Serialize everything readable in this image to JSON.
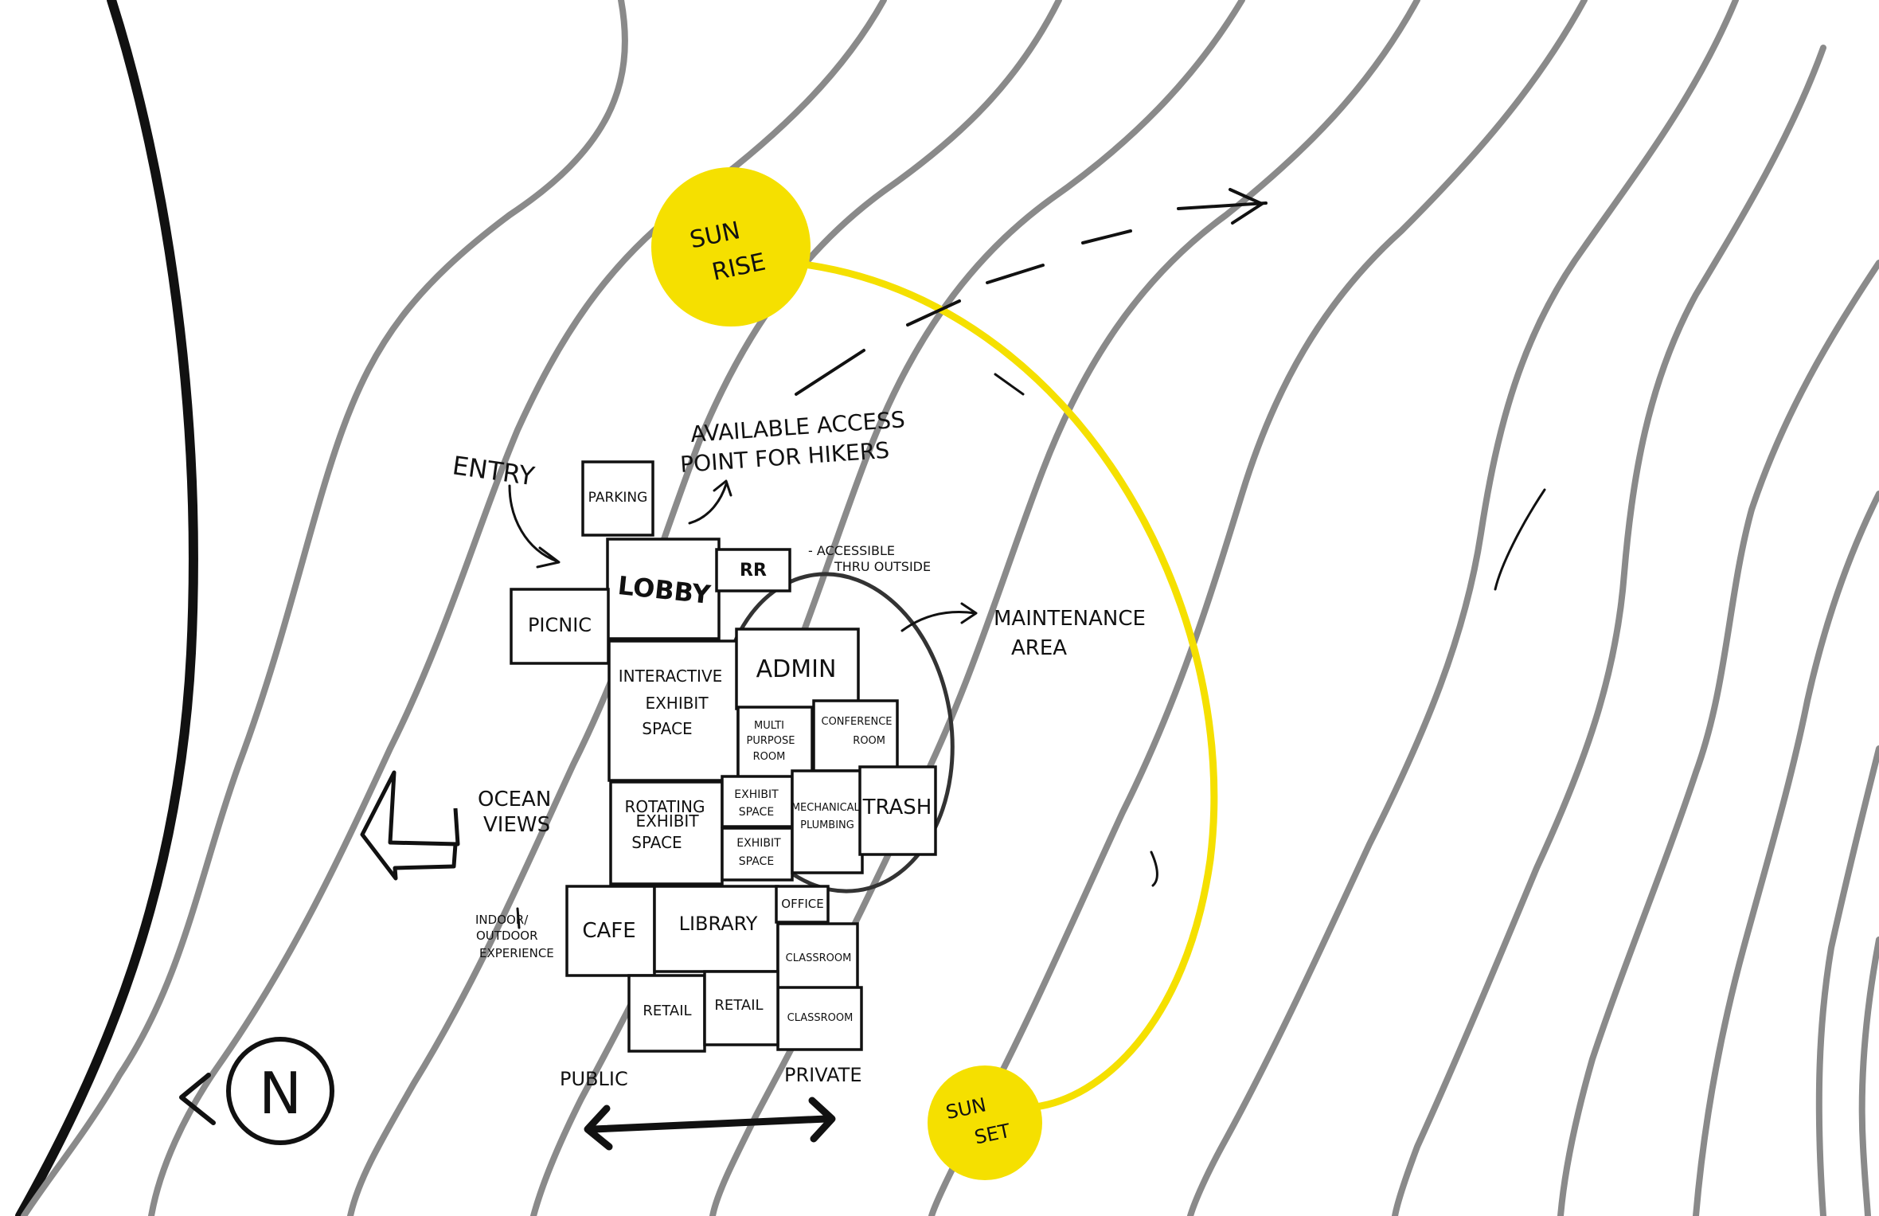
{
  "colors": {
    "background": "#ffffff",
    "ink": "#111111",
    "contour": "#8a8a8a",
    "sun": "#f5e000"
  },
  "sun": {
    "sunrise_line1": "SUN",
    "sunrise_line2": "RISE",
    "sunset_line1": "SUN",
    "sunset_line2": "SET"
  },
  "labels": {
    "entry": "ENTRY",
    "hiker_access_line1": "AVAILABLE ACCESS",
    "hiker_access_line2": "POINT FOR HIKERS",
    "accessible_note_line1": "- ACCESSIBLE",
    "accessible_note_line2": "THRU OUTSIDE",
    "maintenance_line1": "MAINTENANCE",
    "maintenance_line2": "AREA",
    "ocean_line1": "OCEAN",
    "ocean_line2": "VIEWS",
    "indoor_line1": "INDOOR/",
    "indoor_line2": "OUTDOOR",
    "indoor_line3": "EXPERIENCE",
    "public": "PUBLIC",
    "private": "PRIVATE",
    "north": "N"
  },
  "rooms": {
    "parking": "PARKING",
    "lobby": "LOBBY",
    "rr": "RR",
    "picnic": "PICNIC",
    "interactive_line1": "INTERACTIVE",
    "interactive_line2": "EXHIBIT",
    "interactive_line3": "SPACE",
    "admin": "ADMIN",
    "multipurpose_line1": "MULTI",
    "multipurpose_line2": "PURPOSE",
    "multipurpose_line3": "ROOM",
    "conference_line1": "CONFERENCE",
    "conference_line2": "ROOM",
    "rotating_line1": "ROTATING",
    "rotating_line2": "EXHIBIT",
    "rotating_line3": "SPACE",
    "exhibit_a_line1": "EXHIBIT",
    "exhibit_a_line2": "SPACE",
    "exhibit_b_line1": "EXHIBIT",
    "exhibit_b_line2": "SPACE",
    "mechanical_line1": "MECHANICAL/",
    "mechanical_line2": "PLUMBING",
    "trash": "TRASH",
    "cafe": "CAFE",
    "library": "LIBRARY",
    "office": "OFFICE",
    "classroom_a": "CLASSROOM",
    "classroom_b": "CLASSROOM",
    "retail_a": "RETAIL",
    "retail_b": "RETAIL"
  }
}
